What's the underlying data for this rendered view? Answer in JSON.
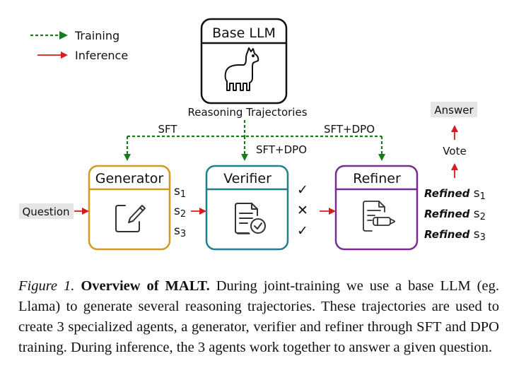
{
  "legend": {
    "training": "Training",
    "inference": "Inference"
  },
  "base_llm": {
    "title": "Base LLM",
    "subtitle": "Reasoning Trajectories"
  },
  "training_labels": {
    "sft": "SFT",
    "sft_dpo_verifier": "SFT+DPO",
    "sft_dpo_refiner": "SFT+DPO"
  },
  "agents": {
    "generator": "Generator",
    "verifier": "Verifier",
    "refiner": "Refiner"
  },
  "question": "Question",
  "solutions": {
    "prefix": "s",
    "subs": [
      "1",
      "2",
      "3"
    ],
    "refined_prefix": "Refined"
  },
  "verdicts": [
    "✓",
    "✕",
    "✓"
  ],
  "vote": "Vote",
  "answer": "Answer",
  "colors": {
    "training": "#1a7a1a",
    "inference": "#d21e1e",
    "generator": "#cf9a22",
    "verifier": "#1f7f8c",
    "refiner": "#7a2a91",
    "answer_bg": "#e6e6e6",
    "question_bg": "#e6e6e6"
  },
  "caption": {
    "figure": "Figure 1.",
    "title": "Overview of MALT.",
    "text": "During joint-training we use a base LLM (eg. Llama) to generate several reasoning trajectories. These trajectories are used to create 3 specialized agents, a generator, verifier and refiner through SFT and DPO training. During inference, the 3 agents work together to answer a given question."
  }
}
